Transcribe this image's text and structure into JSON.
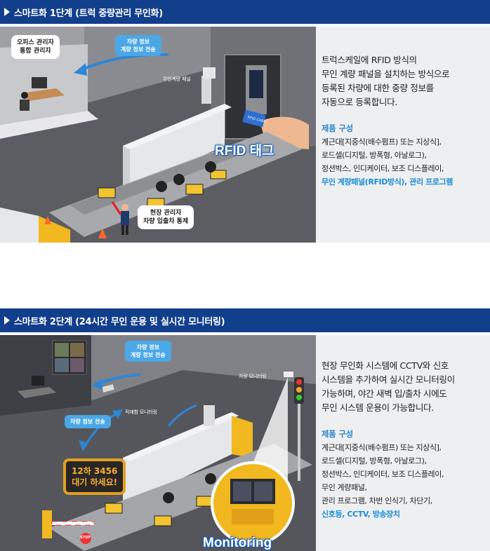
{
  "section1": {
    "banner": "스마트화 1단계 (트럭 중량관리 무인화)",
    "bubble_office": [
      "오피스 관리자",
      "통합 관리자"
    ],
    "bubble_transfer": [
      "차량 정보",
      "계량 정보 전송"
    ],
    "label_panel": "무인계량 패널",
    "rfid_tag": "RFID 태그",
    "rfid_card": "RFID CARD",
    "bubble_site": [
      "현장 관리자",
      "차량 입출차 통제"
    ],
    "desc": [
      "트럭스케일에 RFID 방식의",
      "무인 계량 패널을 설치하는 방식으로",
      "등록된 차량에 대한 중량 정보를",
      "자동으로 등록합니다."
    ],
    "composition_title": "제품 구성",
    "items": [
      "계근대[지중식(배수펌프) 또는 지상식],",
      "로드셀(디지털, 방폭형, 아날로그),",
      "정션박스, 인디케이터, 보조 디스플레이,"
    ],
    "items_highlight": "무인 계량패널(RFID방식), 관리 프로그램"
  },
  "section2": {
    "banner": "스마트화 2단계 (24시간 무인 운용 및 실시간 모니터링)",
    "bubble_transfer": [
      "차량 정보",
      "계량 정보 전송"
    ],
    "label_vehicle_monitor": "차량 모니터링",
    "label_load_monitor": "적재함 모니터링",
    "bubble_vehicle_info": "차량 정보 전송",
    "led_lines": [
      "12하 3456",
      "대기 하세요!"
    ],
    "stop_sign": "STOP",
    "monitoring": "Monitoring",
    "desc": [
      "현장 무인화 시스템에 CCTV와 신호",
      "시스템을 추가하여 실시간 모니터링이",
      "가능하며, 야간 새벽 입/출차 시에도",
      "무인 시스템 운용이 가능합니다."
    ],
    "composition_title": "제품 구성",
    "items": [
      "계근대[지중식(배수펌프) 또는 지상식],",
      "로드셀(디지털, 방폭형, 아날로그),",
      "정션박스, 인디케이터, 보조 디스플레이,",
      "무인 계량패널,",
      "관리 프로그램, 차번 인식기, 차단기,"
    ],
    "items_highlight": "신호등, CCTV, 방송장치"
  }
}
